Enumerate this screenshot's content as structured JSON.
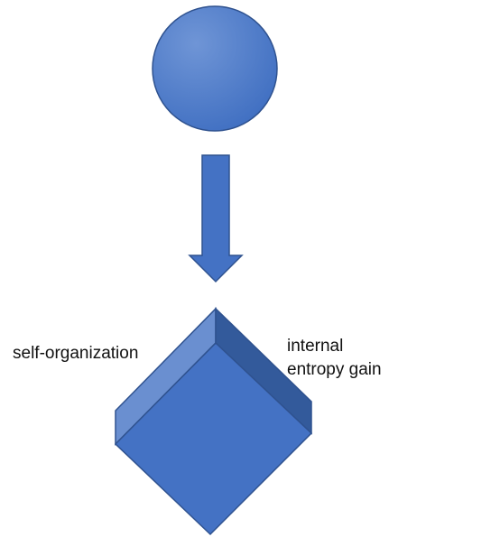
{
  "colors": {
    "shape_fill": "#4472c4",
    "shape_stroke": "#2f528f",
    "cube_top_face": "#6a8fd0",
    "cube_side_face": "#335a9b",
    "circle_highlight": "#6f95d6",
    "text": "#111111"
  },
  "labels": {
    "left": "self-organization",
    "right_line1": "internal",
    "right_line2": "entropy gain"
  }
}
